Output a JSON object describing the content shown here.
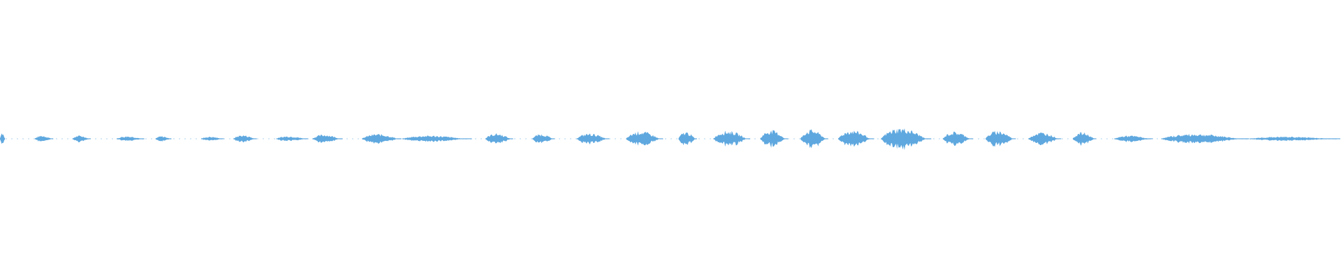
{
  "waveform": {
    "color": "#5fa8df",
    "background": "#ffffff",
    "bursts": [
      {
        "start": 0.0,
        "end": 0.004,
        "peak": 0.07
      },
      {
        "start": 0.026,
        "end": 0.04,
        "peak": 0.03
      },
      {
        "start": 0.054,
        "end": 0.068,
        "peak": 0.03
      },
      {
        "start": 0.087,
        "end": 0.108,
        "peak": 0.025
      },
      {
        "start": 0.116,
        "end": 0.128,
        "peak": 0.025
      },
      {
        "start": 0.15,
        "end": 0.167,
        "peak": 0.02
      },
      {
        "start": 0.174,
        "end": 0.192,
        "peak": 0.035
      },
      {
        "start": 0.206,
        "end": 0.23,
        "peak": 0.025
      },
      {
        "start": 0.233,
        "end": 0.256,
        "peak": 0.04
      },
      {
        "start": 0.27,
        "end": 0.3,
        "peak": 0.045
      },
      {
        "start": 0.3,
        "end": 0.352,
        "peak": 0.03
      },
      {
        "start": 0.362,
        "end": 0.383,
        "peak": 0.05
      },
      {
        "start": 0.397,
        "end": 0.414,
        "peak": 0.045
      },
      {
        "start": 0.43,
        "end": 0.455,
        "peak": 0.05
      },
      {
        "start": 0.467,
        "end": 0.495,
        "peak": 0.07
      },
      {
        "start": 0.506,
        "end": 0.52,
        "peak": 0.065
      },
      {
        "start": 0.532,
        "end": 0.56,
        "peak": 0.075
      },
      {
        "start": 0.567,
        "end": 0.588,
        "peak": 0.08
      },
      {
        "start": 0.597,
        "end": 0.618,
        "peak": 0.085
      },
      {
        "start": 0.625,
        "end": 0.652,
        "peak": 0.08
      },
      {
        "start": 0.657,
        "end": 0.695,
        "peak": 0.1
      },
      {
        "start": 0.703,
        "end": 0.726,
        "peak": 0.065
      },
      {
        "start": 0.735,
        "end": 0.758,
        "peak": 0.075
      },
      {
        "start": 0.767,
        "end": 0.792,
        "peak": 0.06
      },
      {
        "start": 0.8,
        "end": 0.818,
        "peak": 0.06
      },
      {
        "start": 0.831,
        "end": 0.86,
        "peak": 0.03
      },
      {
        "start": 0.866,
        "end": 0.932,
        "peak": 0.045
      },
      {
        "start": 0.932,
        "end": 1.0,
        "peak": 0.02
      }
    ]
  }
}
